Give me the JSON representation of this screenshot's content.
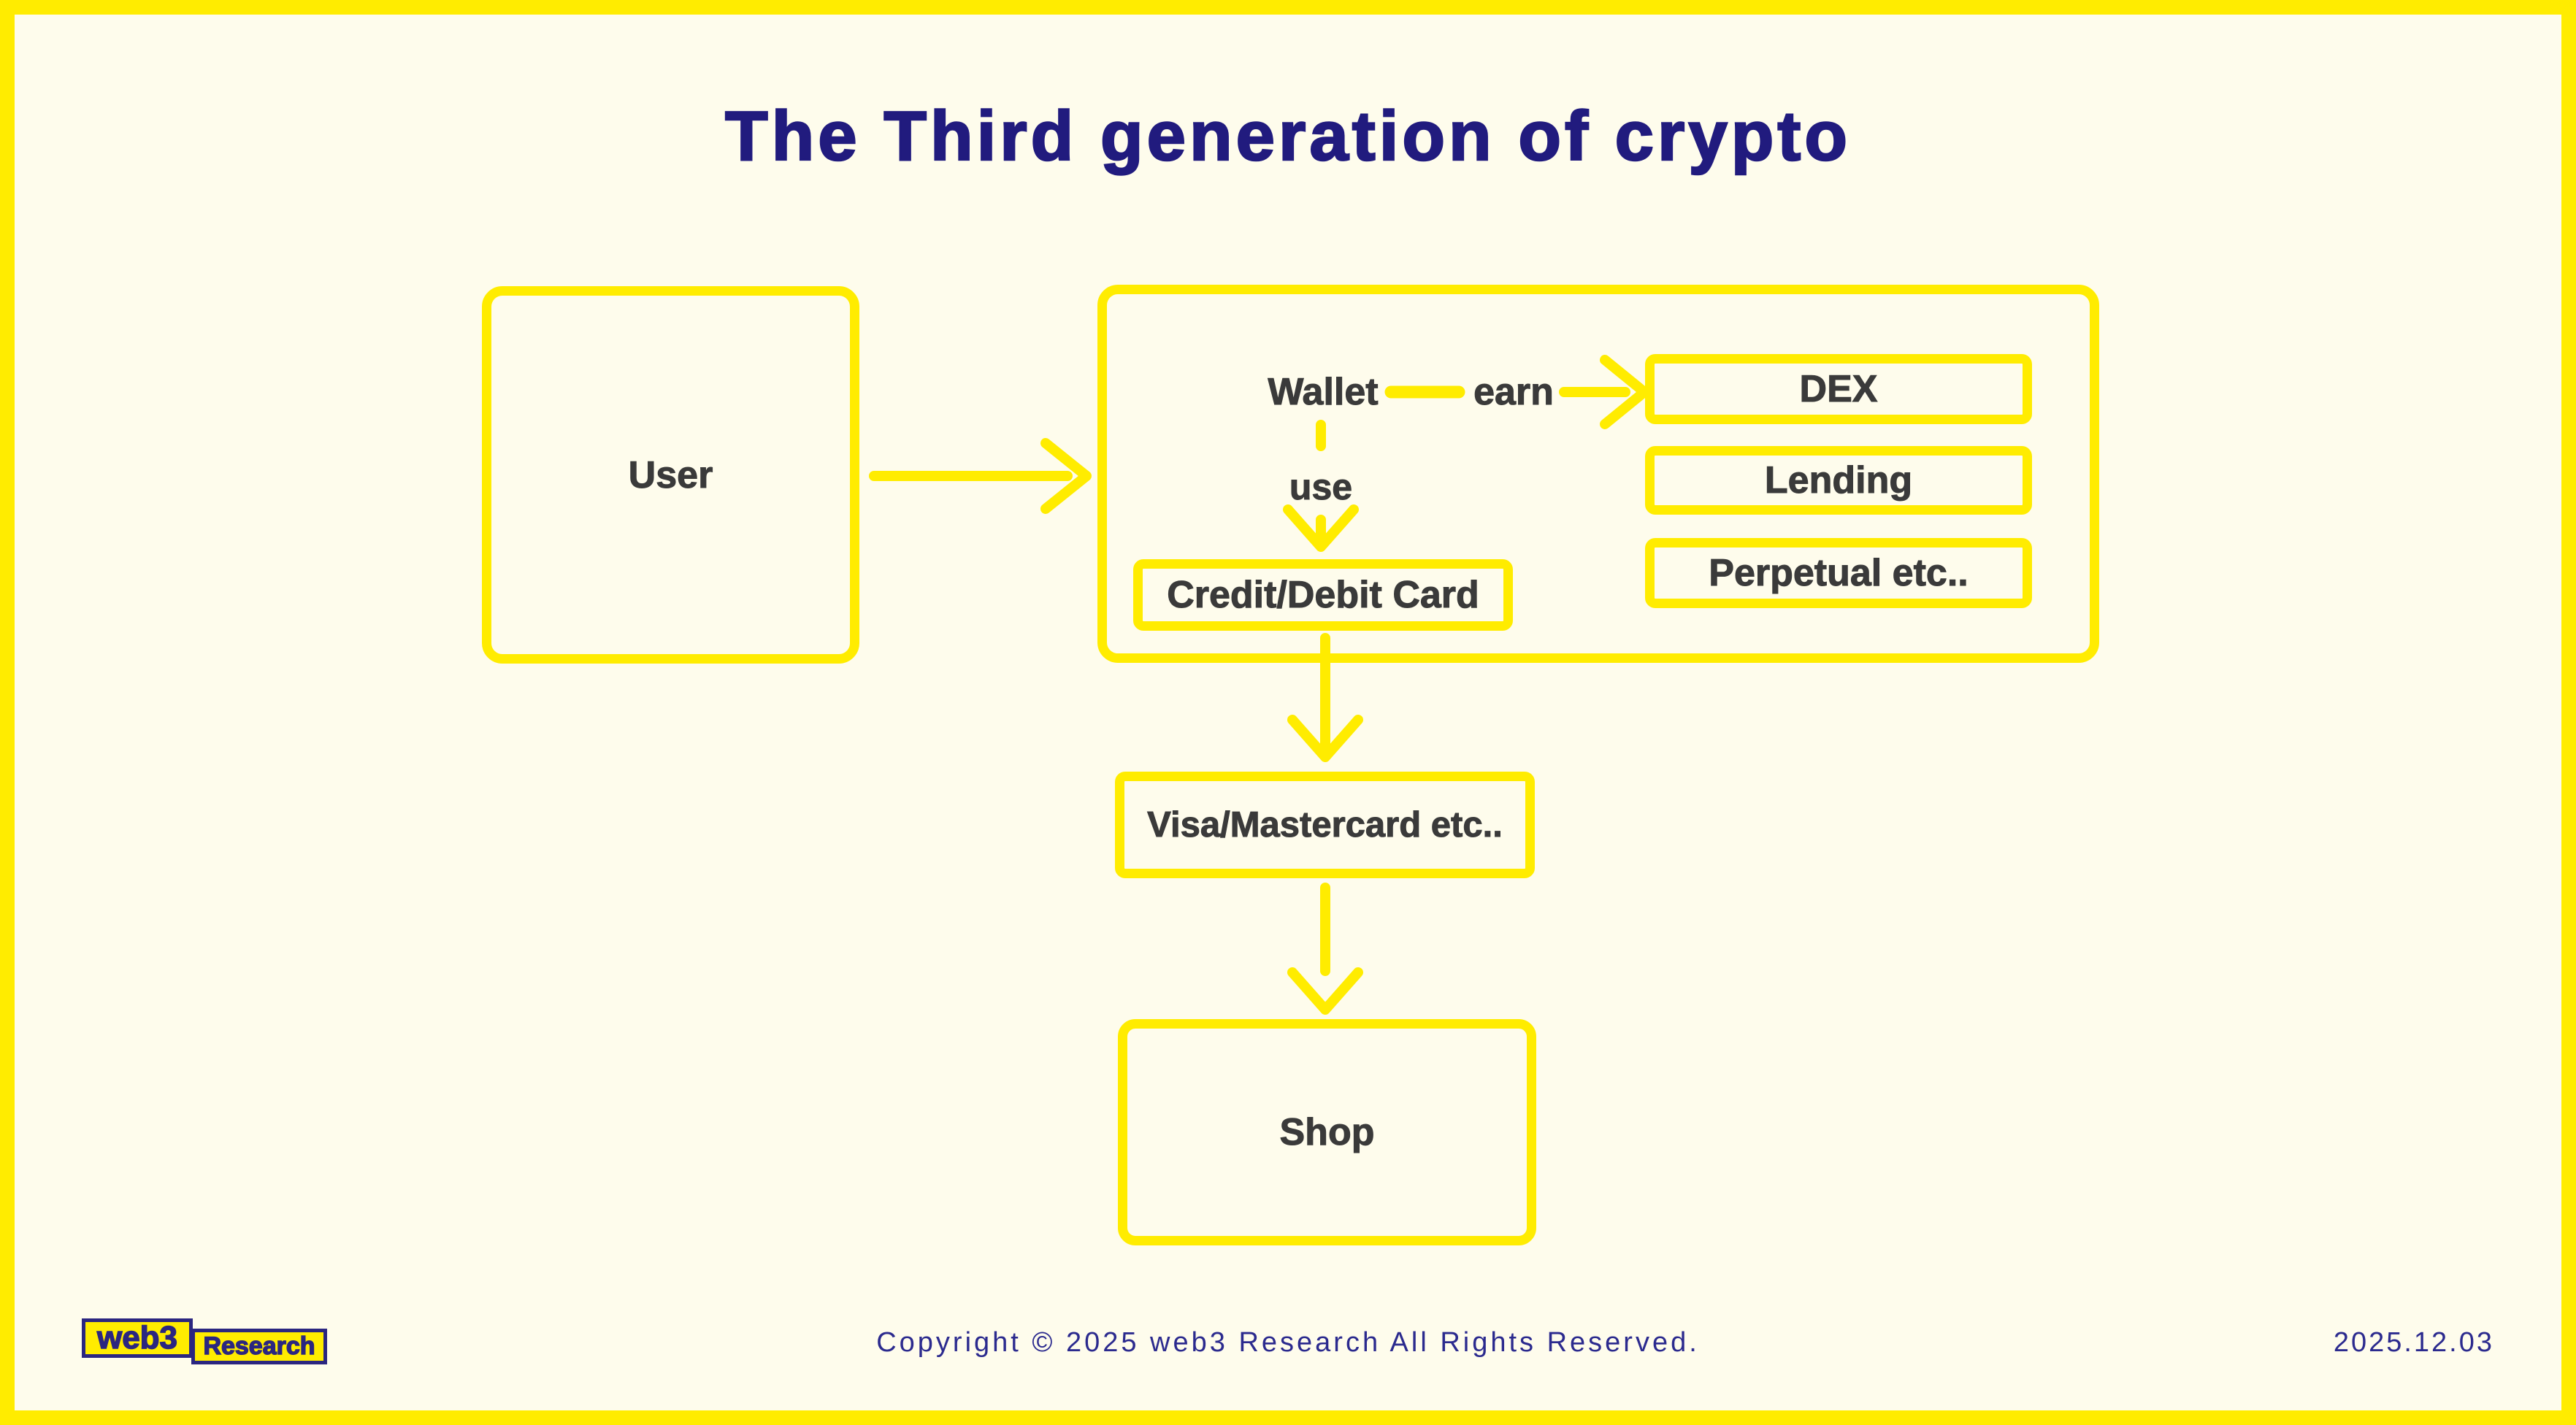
{
  "title": "The Third generation of crypto",
  "diagram": {
    "user": "User",
    "wallet": "Wallet",
    "earn": "earn",
    "use": "use",
    "dex": "DEX",
    "lending": "Lending",
    "perpetual": "Perpetual etc..",
    "credit_card": "Credit/Debit Card",
    "visa": "Visa/Mastercard etc..",
    "shop": "Shop"
  },
  "footer": {
    "logo_web3": "web3",
    "logo_research": "Research",
    "copyright": "Copyright © 2025 web3 Research All Rights Reserved.",
    "date": "2025.12.03"
  },
  "colors": {
    "yellow": "#FFEC00",
    "navy_title": "#211B7E",
    "navy_footer": "#2B2A8E",
    "navy_logo": "#2B2680",
    "node_text": "#3A3A3A",
    "background": "#FEFCEC"
  }
}
